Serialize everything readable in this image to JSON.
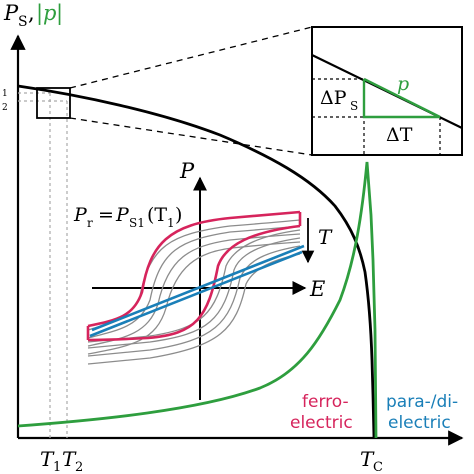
{
  "figure": {
    "y_axis_label": {
      "p_symbol": "P",
      "p_subscript": "S",
      "separator": ",",
      "abs_open": "|",
      "p_lower": "p",
      "abs_close": "|"
    },
    "y_ticks": {
      "ps1": "1",
      "ps2": "2"
    },
    "x_ticks": {
      "t1": "T",
      "t1_sub": "1",
      "t2": "T",
      "t2_sub": "2",
      "tc": "T",
      "tc_sub": "C"
    },
    "inset": {
      "delta_ps": "ΔP",
      "delta_ps_sub": "S",
      "p_label": "p",
      "delta_t": "ΔT"
    },
    "hysteresis": {
      "p_axis": "P",
      "e_axis": "E",
      "t_arrow_label": "T",
      "pr_lhs": "P",
      "pr_lhs_sub": "r",
      "pr_eq": "=",
      "pr_rhs": "P",
      "pr_rhs_sub": "S1",
      "pr_rhs_arg": "(T",
      "pr_rhs_arg_sub": "1",
      "pr_rhs_close": ")"
    },
    "phase_labels": {
      "ferro_line1": "ferro-",
      "ferro_line2": "electric",
      "para_line1": "para-/di-",
      "para_line2": "electric"
    },
    "colors": {
      "ps_curve": "#000000",
      "pyro_curve": "#2e9e3e",
      "ferro": "#d6245c",
      "para": "#1a7fb8",
      "hysteresis_gray": "#8c8c8c",
      "hysteresis_red": "#d6245c",
      "hysteresis_blue": "#1a7fb8",
      "dashed_gray": "#aaaaaa"
    }
  }
}
